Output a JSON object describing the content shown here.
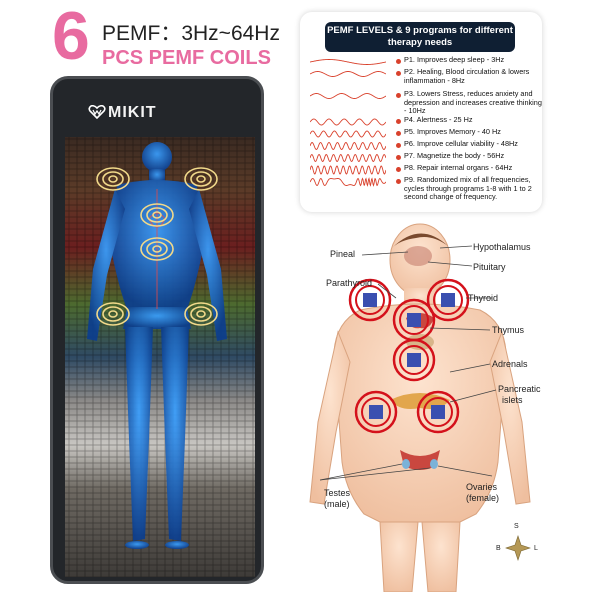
{
  "header": {
    "big_number": "6",
    "range": "PEMF：3Hz~64Hz",
    "coils": "PCS PEMF COILS"
  },
  "mat": {
    "brand": "MIKIT",
    "logo_icon": "heart-w-logo-icon"
  },
  "levels_panel": {
    "title": "PEMF LEVELS & 9 programs for different therapy needs",
    "programs": [
      {
        "text": "P1. Improves deep sleep - 3Hz"
      },
      {
        "text": "P2. Healing, Blood circulation & lowers inflammation - 8Hz"
      },
      {
        "text": "P3. Lowers Stress, reduces anxiety and depression and increases creative thinking - 10Hz"
      },
      {
        "text": "P4. Alertness - 25 Hz"
      },
      {
        "text": "P5. Improves Memory - 40 Hz"
      },
      {
        "text": "P6. Improve cellular viability - 48Hz"
      },
      {
        "text": "P7. Magnetize the body - 56Hz"
      },
      {
        "text": "P8. Repair internal organs - 64Hz"
      },
      {
        "text": "P9. Randomized mix of all frequencies, cycles through programs 1-8 with 1 to 2 second change of frequency."
      }
    ]
  },
  "anatomy": {
    "labels": {
      "pineal": "Pineal",
      "hypothalamus": "Hypothalamus",
      "pituitary": "Pituitary",
      "parathyroid": "Parathyroid",
      "thyroid": "Thyroid",
      "thymus": "Thymus",
      "adrenals": "Adrenals",
      "pancreatic": "Pancreatic",
      "islets": "islets",
      "testes": "Testes",
      "testes_sub": "(male)",
      "ovaries": "Ovaries",
      "ovaries_sub": "(female)"
    },
    "compass": {
      "s": "S",
      "b": "B",
      "l": "L"
    }
  },
  "colors": {
    "pink": "#e86ba0",
    "navy": "#0f1f33",
    "wave_red": "#d9412c",
    "coil_red": "#d4111b",
    "body_blue": "#1e6fd0",
    "mat_dark": "#23262a"
  }
}
